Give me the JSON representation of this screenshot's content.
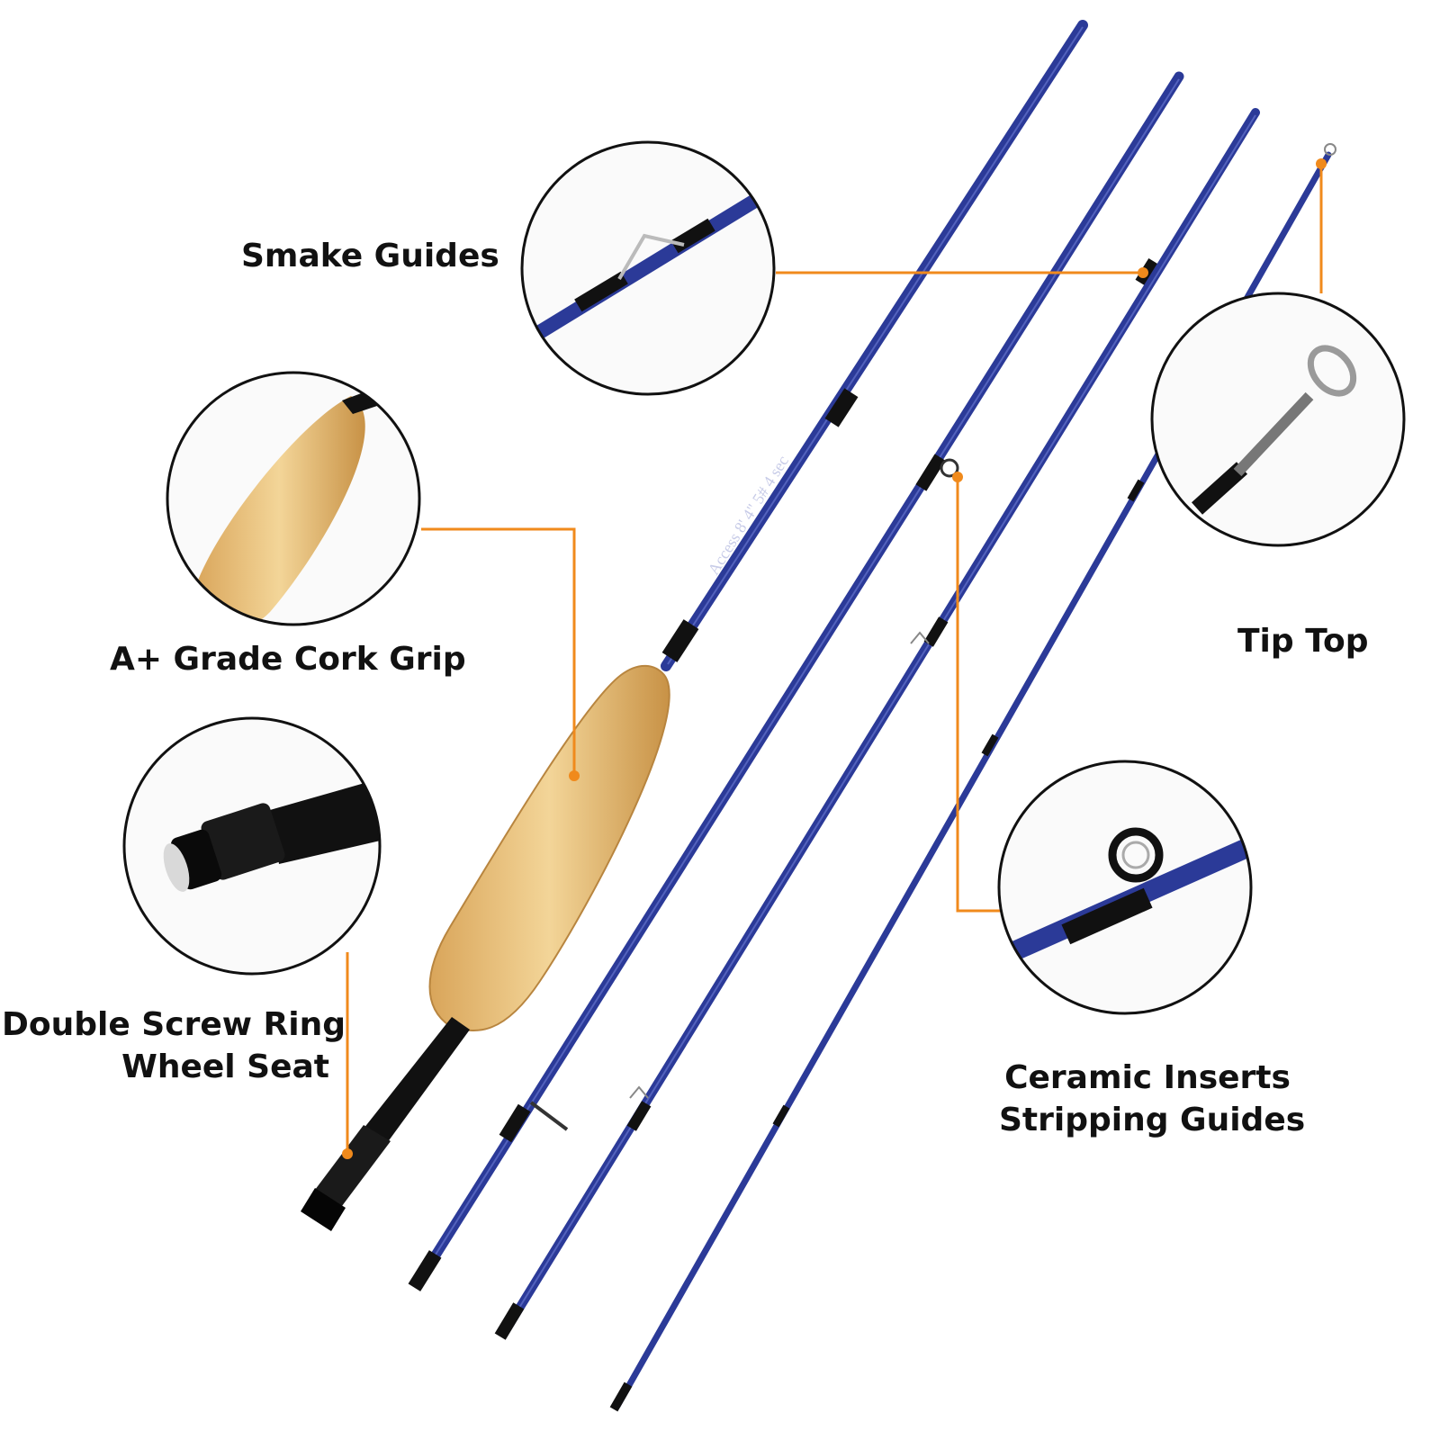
{
  "labels": {
    "smake_guides": "Smake Guides",
    "cork_grip": "A+ Grade Cork Grip",
    "screw_ring_line1": "Double Screw Ring",
    "screw_ring_line2": "Wheel Seat",
    "tip_top": "Tip Top",
    "ceramic_line1": "Ceramic Inserts",
    "ceramic_line2": "Stripping Guides"
  },
  "rod_text": "Access  8' 4\"  5# 4 sec",
  "colors": {
    "rod_blue": "#2b3a98",
    "cork": "#e8c07a",
    "callout_line": "#f08a1c",
    "reel_seat": "#111111"
  }
}
